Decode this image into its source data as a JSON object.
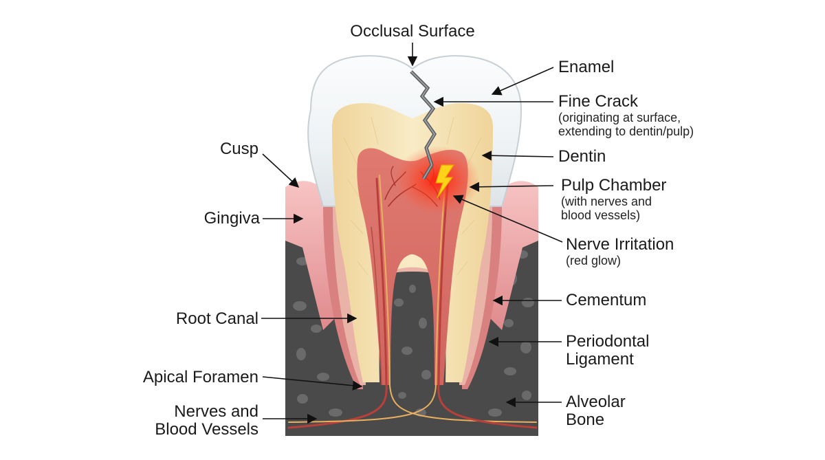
{
  "labels": {
    "occlusal_surface": "Occlusal Surface",
    "enamel": "Enamel",
    "fine_crack": "Fine Crack",
    "fine_crack_sub_1": "(originating at surface,",
    "fine_crack_sub_2": "extending to dentin/pulp)",
    "dentin": "Dentin",
    "pulp_chamber": "Pulp Chamber",
    "pulp_chamber_sub_1": "(with nerves and",
    "pulp_chamber_sub_2": "blood vessels)",
    "nerve_irritation": "Nerve Irritation",
    "nerve_irritation_sub": "(red glow)",
    "cementum": "Cementum",
    "periodontal_1": "Periodontal",
    "periodontal_2": "Ligament",
    "alveolar_1": "Alveolar",
    "alveolar_2": "Bone",
    "cusp": "Cusp",
    "gingiva": "Gingiva",
    "root_canal": "Root Canal",
    "apical_foramen": "Apical Foramen",
    "nerves_1": "Nerves and",
    "nerves_2": "Blood Vessels"
  },
  "colors": {
    "enamel": "#eef2f4",
    "dentin": "#f4e3b3",
    "pulp": "#d9736a",
    "gingiva": "#eba0a0",
    "bone": "#4a4a4a",
    "glow": "#ff2a1a",
    "lightning": "#ffd21a"
  }
}
